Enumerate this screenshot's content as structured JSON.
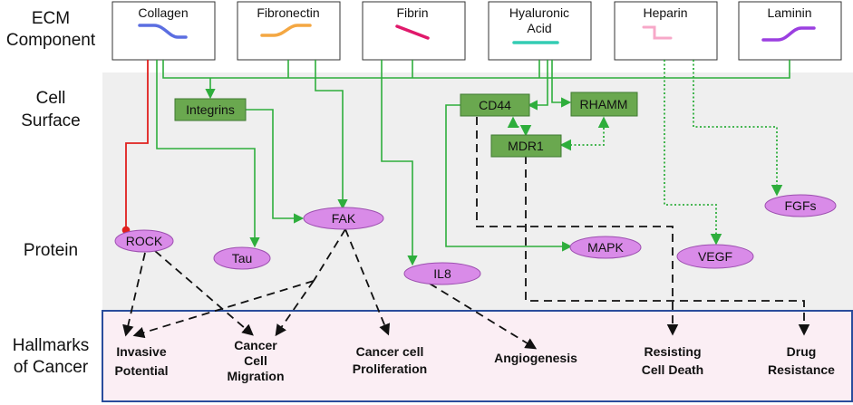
{
  "tiers": [
    {
      "id": "ecm",
      "lines": [
        "ECM",
        "Component"
      ]
    },
    {
      "id": "cell",
      "lines": [
        "Cell",
        "Surface"
      ]
    },
    {
      "id": "protein",
      "lines": [
        "Protein"
      ]
    },
    {
      "id": "hallmarks",
      "lines": [
        "Hallmarks",
        "of Cancer"
      ]
    }
  ],
  "ecm_components": [
    {
      "id": "collagen",
      "lines": [
        "Collagen"
      ],
      "glyph": "s-curve",
      "color": "#5b6ee1"
    },
    {
      "id": "fibronectin",
      "lines": [
        "Fibronectin"
      ],
      "glyph": "s-curve",
      "color": "#f4a742"
    },
    {
      "id": "fibrin",
      "lines": [
        "Fibrin"
      ],
      "glyph": "slash",
      "color": "#e0196b"
    },
    {
      "id": "hyaluronic-acid",
      "lines": [
        "Hyaluronic",
        "Acid"
      ],
      "glyph": "flat",
      "color": "#33ccb3"
    },
    {
      "id": "heparin",
      "lines": [
        "Heparin"
      ],
      "glyph": "step",
      "color": "#f7a8c8"
    },
    {
      "id": "laminin",
      "lines": [
        "Laminin"
      ],
      "glyph": "s-curve",
      "color": "#9b3fe0"
    }
  ],
  "receptors": [
    {
      "id": "integrins",
      "label": "Integrins"
    },
    {
      "id": "cd44",
      "label": "CD44"
    },
    {
      "id": "rhamm",
      "label": "RHAMM"
    },
    {
      "id": "mdr1",
      "label": "MDR1"
    }
  ],
  "proteins": [
    {
      "id": "rock",
      "label": "ROCK"
    },
    {
      "id": "tau",
      "label": "Tau"
    },
    {
      "id": "fak",
      "label": "FAK"
    },
    {
      "id": "il8",
      "label": "IL8"
    },
    {
      "id": "mapk",
      "label": "MAPK"
    },
    {
      "id": "vegf",
      "label": "VEGF"
    },
    {
      "id": "fgfs",
      "label": "FGFs"
    }
  ],
  "hallmarks": [
    {
      "id": "invasive-potential",
      "lines": [
        "Invasive",
        "Potential"
      ]
    },
    {
      "id": "cancer-cell-migration",
      "lines": [
        "Cancer",
        "Cell",
        "Migration"
      ]
    },
    {
      "id": "cancer-cell-proliferation",
      "lines": [
        "Cancer cell",
        "Proliferation"
      ]
    },
    {
      "id": "angiogenesis",
      "lines": [
        "Angiogenesis"
      ]
    },
    {
      "id": "resisting-cell-death",
      "lines": [
        "Resisting",
        "Cell Death"
      ]
    },
    {
      "id": "drug-resistance",
      "lines": [
        "Drug",
        "Resistance"
      ]
    }
  ],
  "colors": {
    "green_line": "#2eae3c",
    "red_line": "#e0201e",
    "receptor_fill": "#6aa84f",
    "receptor_stroke": "#3f7a30",
    "protein_fill": "#d98be8",
    "protein_stroke": "#9d4fb0",
    "band_fill": "#efefef",
    "hallmark_fill": "#fbeef4",
    "hallmark_stroke": "#2a4d9c"
  }
}
